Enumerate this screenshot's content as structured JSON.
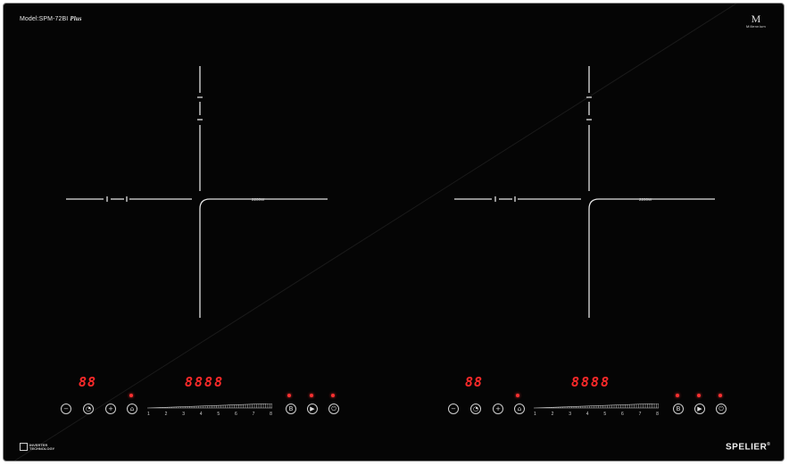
{
  "model_label": "Model:SPM-72BI",
  "model_suffix": "Plus",
  "brand_mark": {
    "letter": "M",
    "text": "Millennium",
    "icon": "m-logo-icon"
  },
  "brand_name": "SPELIER",
  "brand_symbol": "®",
  "inverter_logo": {
    "line1": "INVERTER",
    "line2": "TECHNOLOGY",
    "icon": "inverter-logo-icon"
  },
  "zones": [
    {
      "power_label": "2200W",
      "timer_display": "88",
      "power_display": "8888",
      "slider_numbers": [
        "1",
        "2",
        "3",
        "4",
        "5",
        "6",
        "7",
        "8"
      ],
      "buttons": {
        "minus": "−",
        "timer": "◔",
        "plus": "+",
        "lock": "⌂",
        "boost": "B",
        "play": "▶",
        "power": "⏻"
      }
    },
    {
      "power_label": "2200W",
      "timer_display": "88",
      "power_display": "8888",
      "slider_numbers": [
        "1",
        "2",
        "3",
        "4",
        "5",
        "6",
        "7",
        "8"
      ],
      "buttons": {
        "minus": "−",
        "timer": "◔",
        "plus": "+",
        "lock": "⌂",
        "boost": "B",
        "play": "▶",
        "power": "⏻"
      }
    }
  ],
  "colors": {
    "glass": "#050505",
    "display": "#ff2a2a",
    "marking": "#e0e0e0",
    "frame": "#8a8a8a"
  }
}
